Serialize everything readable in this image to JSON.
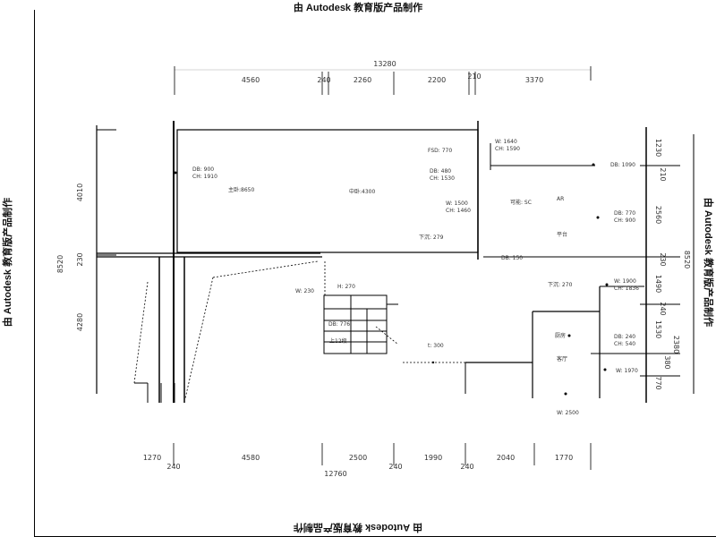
{
  "watermark": "由 Autodesk 教育版产品制作",
  "dims_top": {
    "overall": "13280",
    "segments": [
      "4560",
      "240",
      "2260",
      "2200",
      "210",
      "3370"
    ]
  },
  "dims_bottom": {
    "overall": "12760",
    "segments": [
      "1270",
      "240",
      "4580",
      "2500",
      "240",
      "1990",
      "240",
      "2040",
      "1770"
    ]
  },
  "dims_left": {
    "overall": "8520",
    "segments": [
      "4010",
      "230",
      "4280"
    ]
  },
  "dims_right": {
    "overall": "8520",
    "segments": [
      "1230",
      "210",
      "2560",
      "230",
      "1490",
      "240",
      "1530",
      "770",
      "2380",
      "380"
    ]
  },
  "labels": {
    "w_tl": "DB: 900",
    "h_tl": "CH: 1910",
    "room1": "主卧:8650",
    "room2": "中卧:4300",
    "fsd": "FSD: 770",
    "wd1": "DB: 480",
    "wd1h": "CH: 1530",
    "w1640": "W: 1640",
    "ch1590": "CH: 1590",
    "db1090": "DB: 1090",
    "w1500": "W: 1500",
    "ch1460": "CH: 1460",
    "sc": "可能: SC",
    "ar": "AR",
    "db770": "DB: 770",
    "ch900": "CH: 900",
    "rooftop": "平台",
    "dx": "下沉: 279",
    "db150": "DB: 150",
    "w230": "W: 230",
    "h270": "H: 270",
    "stair_db": "DB: 776",
    "stair_up": "上12级",
    "s_300": "t: 300",
    "g270": "下沉: 270",
    "w1900": "W: 1900",
    "ch1836": "CH: 1836",
    "db240": "DB: 240",
    "ch540": "CH: 540",
    "room_g": "厨房",
    "room_h": "客厅",
    "w1970": "W: 1970",
    "w2500": "W: 2500"
  }
}
